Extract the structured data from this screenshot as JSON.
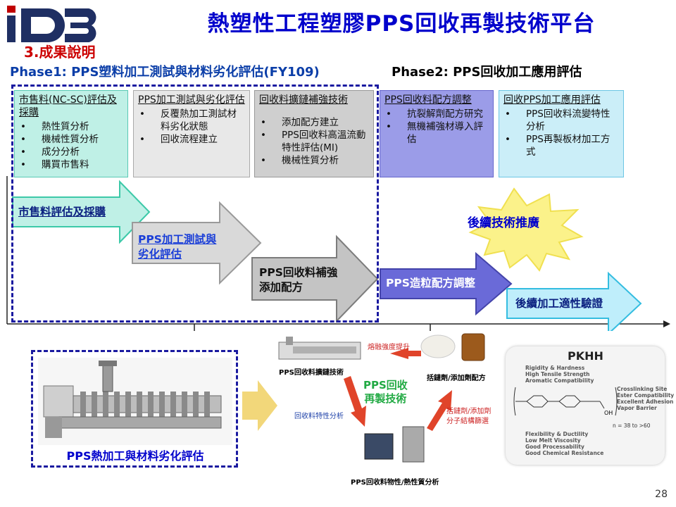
{
  "logo": {
    "text": "iD3"
  },
  "title": "熱塑性工程塑膠PPS回收再製技術平台",
  "section": "3.成果說明",
  "phase1": "Phase1: PPS塑料加工測試與材料劣化評估(FY109)",
  "phase2": "Phase2: PPS回收加工應用評估",
  "boxes": [
    {
      "title": "市售料(NC-SC)評估及採購",
      "items": [
        "熱性質分析",
        "機械性質分析",
        "成分分析",
        "購買市售料"
      ]
    },
    {
      "title": "PPS加工測試與劣化評估",
      "items": [
        "反覆熱加工測試材料劣化狀態",
        "回收流程建立"
      ]
    },
    {
      "title": "回收料擴鏈補強技術",
      "items": [
        "添加配方建立",
        "PPS回收料高溫流動特性評估(MI)",
        "機械性質分析"
      ]
    },
    {
      "title": "PPS回收料配方調整",
      "items": [
        "抗裂解劑配方研究",
        "無機補強材導入評估"
      ]
    },
    {
      "title": "回收PPS加工應用評估",
      "items": [
        "PPS回收料流變特性分析",
        "PPS再製板材加工方式"
      ]
    }
  ],
  "arrows": [
    {
      "label": "市售料評估及採購",
      "color": "#bff0e6"
    },
    {
      "label1": "PPS加工測試與",
      "label2": "劣化評估",
      "color": "#cfcfcf"
    },
    {
      "label1": "PPS回收料補強",
      "label2": "添加配方",
      "color": "#bdbdbd"
    },
    {
      "label": "PPS造粒配方調整",
      "color": "#6a6ad8"
    },
    {
      "label": "後續加工適性驗證",
      "color": "#bfeefb"
    }
  ],
  "star": "後續技術推廣",
  "machine_caption": "PPS熱加工與材料劣化評估",
  "cycle": {
    "center1": "PPS回收",
    "center2": "再製技術",
    "extruder": "PPS回收料擴鏈技術",
    "melt": "熔融強度提升",
    "chain": "括鏈劑/添加劑配方",
    "screen1": "括鏈劑/添加劑",
    "screen2": "分子結構篩選",
    "analysis": "回收料特性分析",
    "bottom": "PPS回收料物性/熱性質分析"
  },
  "pkhh": {
    "title": "PKHH",
    "top": [
      "Rigidity & Hardness",
      "High Tensile Strength",
      "Aromatic Compatibility"
    ],
    "right": [
      "Crosslinking Site",
      "Ester Compatibility",
      "Excellent Adhesion",
      "Vapor Barrier"
    ],
    "bottom": [
      "Flexibility & Ductility",
      "Low Melt Viscosity",
      "Good Processability",
      "Good Chemical Resistance"
    ],
    "n": "n = 38 to >60",
    "oh": "OH"
  },
  "page_number": "28"
}
